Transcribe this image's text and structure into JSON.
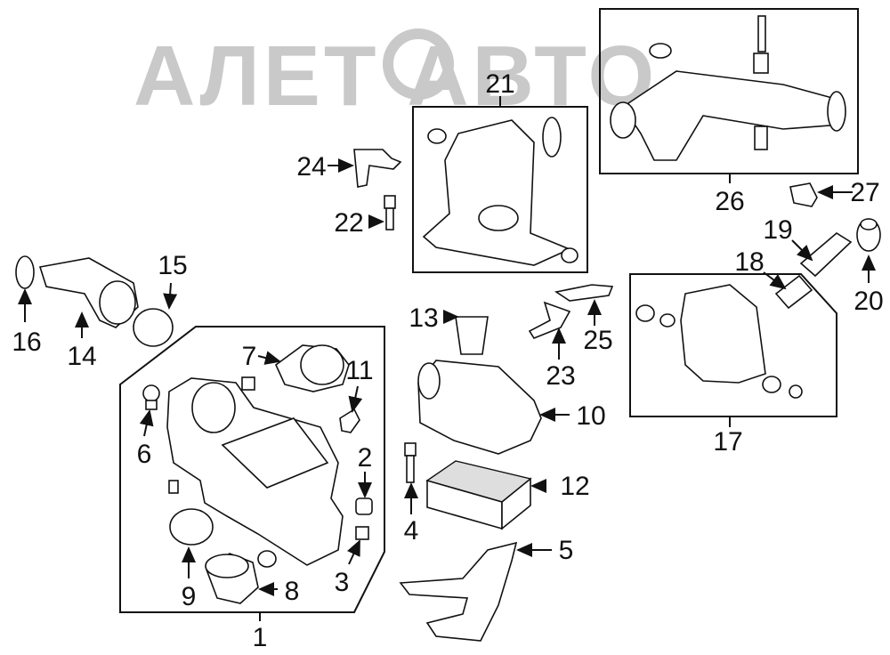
{
  "watermark": "АЛЕТ АВТО",
  "callouts": {
    "n1": "1",
    "n2": "2",
    "n3": "3",
    "n4": "4",
    "n5": "5",
    "n6": "6",
    "n7": "7",
    "n8": "8",
    "n9": "9",
    "n10": "10",
    "n11": "11",
    "n12": "12",
    "n13": "13",
    "n14": "14",
    "n15": "15",
    "n16": "16",
    "n17": "17",
    "n18": "18",
    "n19": "19",
    "n20": "20",
    "n21": "21",
    "n22": "22",
    "n23": "23",
    "n24": "24",
    "n25": "25",
    "n26": "26",
    "n27": "27"
  },
  "colors": {
    "line": "#111111",
    "watermark": "#c9c9c9",
    "background": "#ffffff"
  }
}
